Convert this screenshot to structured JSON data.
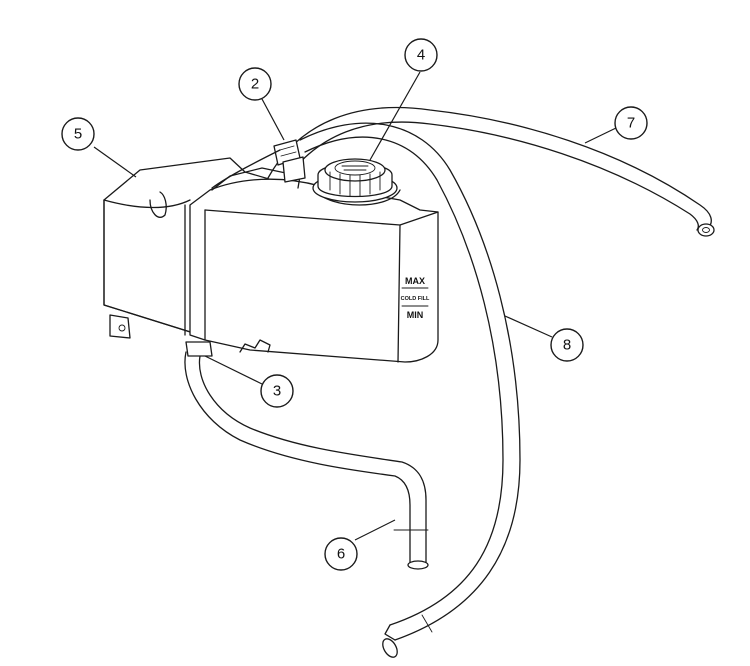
{
  "callouts": {
    "c1": "2",
    "c2": "4",
    "c3": "5",
    "c4": "7",
    "c5": "8",
    "c6": "3",
    "c7": "6"
  },
  "tank_markings": {
    "max": "MAX",
    "cold_fill": "COLD FILL",
    "min": "MIN"
  },
  "colors": {
    "line": "#1a1a1a",
    "background": "#ffffff"
  }
}
